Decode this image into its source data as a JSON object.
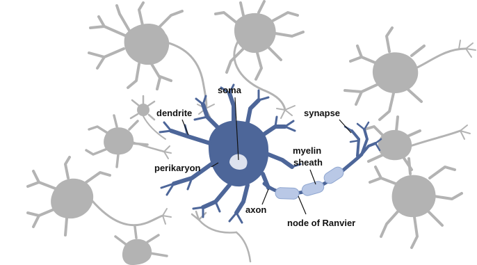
{
  "labels": {
    "soma": "soma",
    "dendrite": "dendrite",
    "perikaryon": "perikaryon",
    "synapse": "synapse",
    "myelin_line1": "myelin",
    "myelin_line2": "sheath",
    "axon": "axon",
    "node_of_ranvier": "node of Ranvier"
  },
  "colors": {
    "neuron_main": "#4d6699",
    "myelin": "#b9c8e6",
    "myelin_stroke": "#8fa6d0",
    "nucleus": "#dde2ee",
    "background_neuron": "#b3b3b3",
    "leader_line": "#111111"
  }
}
